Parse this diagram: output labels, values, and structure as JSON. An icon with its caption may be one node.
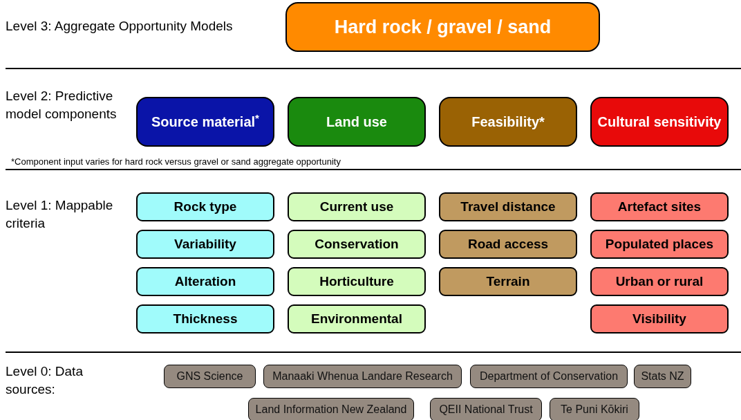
{
  "diagram": {
    "nodes": [
      {
        "text": [
          "Hard rock / gravel / sand"
        ]
      },
      {
        "text": [
          "Source material$^{*}$"
        ]
      },
      {
        "text": [
          "Land use"
        ]
      },
      {
        "text": [
          "Feasibility*"
        ]
      },
      {
        "text": [
          "Cultural sensitivity"
        ]
      },
      {
        "text": [
          "Rock type"
        ]
      },
      {
        "text": [
          "Variability"
        ]
      },
      {
        "text": [
          "Alteration"
        ]
      },
      {
        "text": [
          "Thickness"
        ]
      },
      {
        "text": [
          "Current use"
        ]
      },
      {
        "text": [
          "Conservation"
        ]
      },
      {
        "text": [
          "Horticulture"
        ]
      },
      {
        "text": [
          "Environmental"
        ]
      },
      {
        "text": [
          "Travel distance"
        ]
      },
      {
        "text": [
          "Road access"
        ]
      },
      {
        "text": [
          "Terrain"
        ]
      },
      {
        "text": [
          "Artefact sites"
        ]
      },
      {
        "text": [
          "Populated places"
        ]
      },
      {
        "text": [
          "Urban or rural"
        ]
      },
      {
        "text": [
          "Visibility"
        ]
      },
      {
        "text": [
          "GNS Science"
        ]
      },
      {
        "text": [
          "Manaaki Whenua Landare Research"
        ]
      },
      {
        "text": [
          "Department of Conservation"
        ]
      },
      {
        "text": [
          "Stats NZ"
        ]
      },
      {
        "text": [
          "Land Information New Zealand"
        ]
      },
      {
        "text": [
          "QEII National Trust"
        ]
      },
      {
        "text": [
          "Te Puni Kōkiri"
        ]
      }
    ],
    "labels": [
      "Level 3: Aggregate Opportunity Models",
      "Level 2: Predictive model components",
      "*Component input varies for hard rock versus gravel or sand aggregate opportunity",
      "Level 1: Mappable criteria",
      "Level 0: Data sources:"
    ]
  }
}
